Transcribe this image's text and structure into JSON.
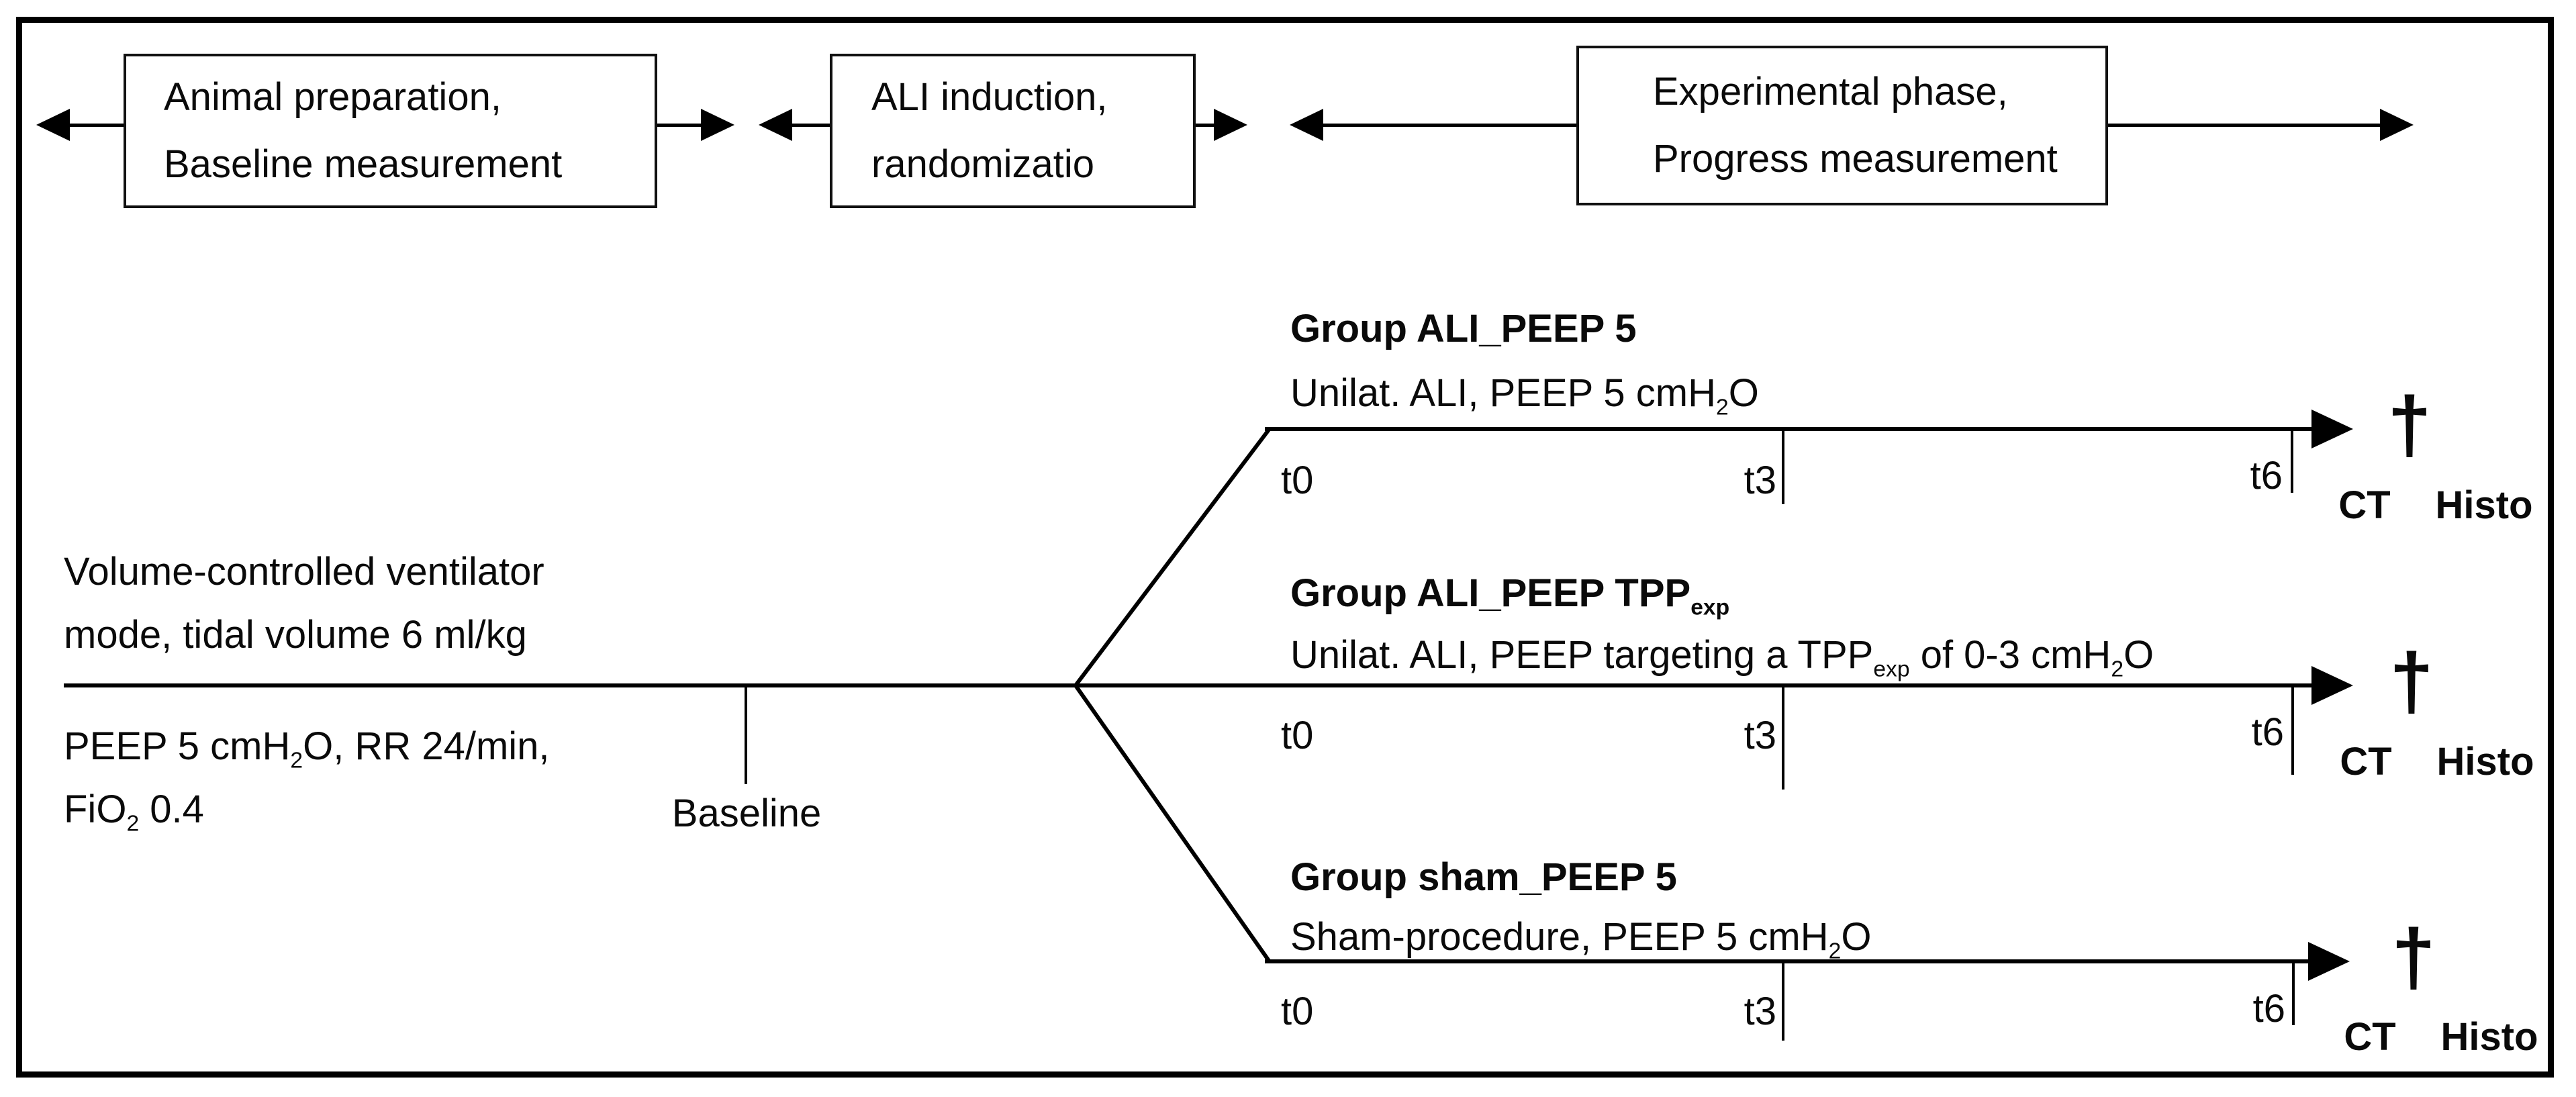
{
  "colors": {
    "line": "#000000",
    "text": "#0a0a0a",
    "background": "#ffffff"
  },
  "phase_boxes": [
    {
      "line1": "Animal preparation,",
      "line2": "Baseline measurement"
    },
    {
      "line1": "ALI induction,",
      "line2": "randomizatio"
    },
    {
      "line1": "Experimental phase,",
      "line2": "Progress measurement"
    }
  ],
  "pre_phase": {
    "ventilator_line1": "Volume-controlled ventilator",
    "ventilator_line2": "mode, tidal volume 6 ml/kg",
    "settings_line1": [
      {
        "t": "PEEP 5 cmH"
      },
      {
        "sub": "2"
      },
      {
        "t": "O, RR 24/min,"
      }
    ],
    "settings_line2": [
      {
        "t": "FiO"
      },
      {
        "sub": "2"
      },
      {
        "t": " 0.4"
      }
    ],
    "baseline_label": "Baseline"
  },
  "timepoints": {
    "t0": "t0",
    "t3": "t3",
    "t6": "t6"
  },
  "endpoints": {
    "dagger": "†",
    "ct": "CT",
    "histo": "Histo"
  },
  "groups": [
    {
      "title": [
        {
          "t": "Group ALI_PEEP 5"
        }
      ],
      "subtitle": [
        {
          "t": "Unilat. ALI, PEEP 5 cmH"
        },
        {
          "sub": "2"
        },
        {
          "t": "O"
        }
      ]
    },
    {
      "title": [
        {
          "t": "Group ALI_PEEP TPP"
        },
        {
          "sub": "exp"
        }
      ],
      "subtitle": [
        {
          "t": "Unilat. ALI, PEEP targeting a TPP"
        },
        {
          "sub": "exp"
        },
        {
          "t": " of 0-3 cmH"
        },
        {
          "sub": "2"
        },
        {
          "t": "O"
        }
      ]
    },
    {
      "title": [
        {
          "t": "Group sham_PEEP 5"
        }
      ],
      "subtitle": [
        {
          "t": "Sham-procedure, PEEP 5 cmH"
        },
        {
          "sub": "2"
        },
        {
          "t": "O"
        }
      ]
    }
  ]
}
